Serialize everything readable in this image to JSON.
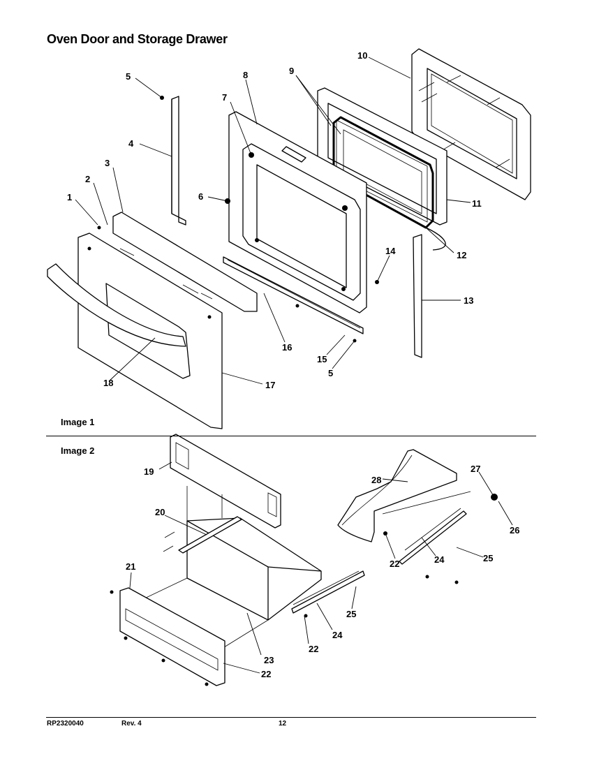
{
  "title": "Oven Door and Storage Drawer",
  "image_labels": {
    "image1": "Image 1",
    "image2": "Image 2"
  },
  "footer": {
    "code": "RP2320040",
    "revision": "Rev. 4",
    "page": "12"
  },
  "callouts": {
    "c1": "1",
    "c2": "2",
    "c3": "3",
    "c4": "4",
    "c5a": "5",
    "c5b": "5",
    "c6": "6",
    "c7": "7",
    "c8": "8",
    "c9": "9",
    "c10": "10",
    "c11": "11",
    "c12": "12",
    "c13": "13",
    "c14": "14",
    "c15": "15",
    "c16": "16",
    "c17": "17",
    "c18": "18",
    "c19": "19",
    "c20": "20",
    "c21": "21",
    "c22a": "22",
    "c22b": "22",
    "c22c": "22",
    "c23": "23",
    "c24a": "24",
    "c24b": "24",
    "c25a": "25",
    "c25b": "25",
    "c26": "26",
    "c27": "27",
    "c28": "28"
  }
}
